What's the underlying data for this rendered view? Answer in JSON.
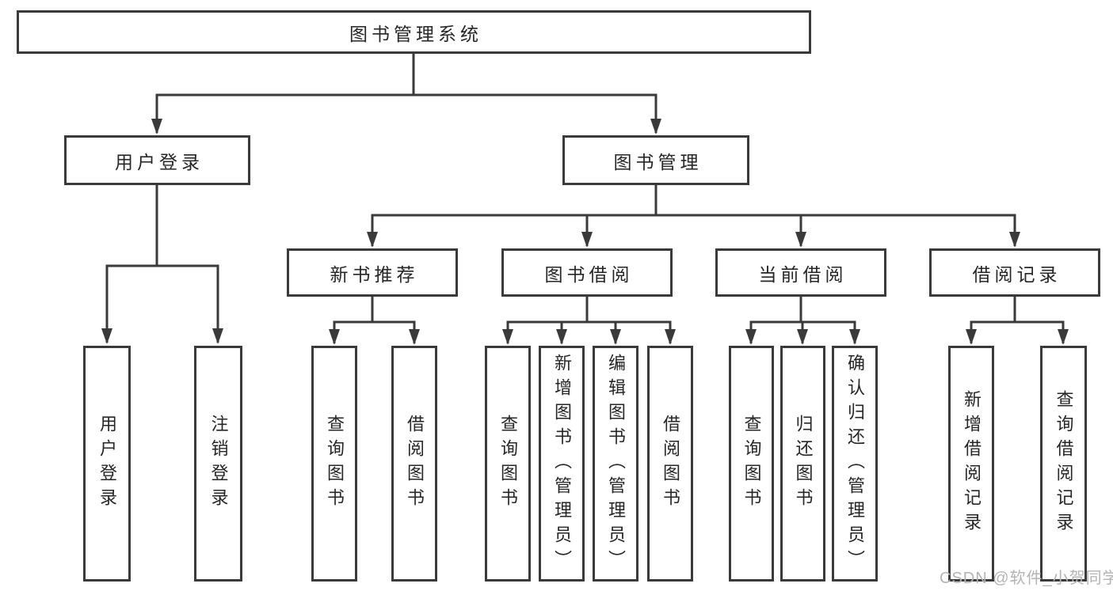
{
  "tree": {
    "root": {
      "label": "图书管理系统"
    },
    "level2": [
      {
        "label": "用户登录",
        "children": [
          {
            "label": "用户登录"
          },
          {
            "label": "注销登录"
          }
        ]
      },
      {
        "label": "图书管理"
      }
    ],
    "level3": [
      {
        "label": "新书推荐",
        "children": [
          {
            "label": "查询图书"
          },
          {
            "label": "借阅图书"
          }
        ]
      },
      {
        "label": "图书借阅",
        "children": [
          {
            "label": "查询图书"
          },
          {
            "label": "新增图书（管理员）"
          },
          {
            "label": "编辑图书（管理员）"
          },
          {
            "label": "借阅图书"
          }
        ]
      },
      {
        "label": "当前借阅",
        "children": [
          {
            "label": "查询图书"
          },
          {
            "label": "归还图书"
          },
          {
            "label": "确认归还（管理员）"
          }
        ]
      },
      {
        "label": "借阅记录",
        "children": [
          {
            "label": "新增借阅记录"
          },
          {
            "label": "查询借阅记录"
          }
        ]
      }
    ]
  },
  "watermark": "CSDN @软件_小贺同学",
  "colors": {
    "line": "#3a3a3a",
    "text": "#262626",
    "background": "#ffffff",
    "watermark": "#b3b3b3"
  }
}
